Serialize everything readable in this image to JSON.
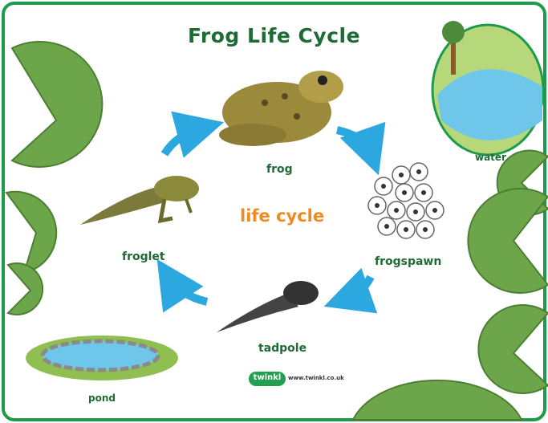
{
  "title": "Frog Life Cycle",
  "center_label": "life cycle",
  "stages": {
    "frog": "frog",
    "frogspawn": "frogspawn",
    "tadpole": "tadpole",
    "froglet": "froglet"
  },
  "habitat": {
    "water": "water",
    "pond": "pond"
  },
  "brand": {
    "logo": "twinkl",
    "url": "www.twinkl.co.uk"
  },
  "colors": {
    "border": "#1e9a4b",
    "label": "#1f6b35",
    "center": "#f08a24",
    "arrow": "#2ca7df",
    "lilypad": "#6da64a",
    "water": "#6ec6ea"
  },
  "icons": [
    "frog-icon",
    "frogspawn-icon",
    "tadpole-icon",
    "froglet-icon",
    "water-scene-icon",
    "pond-icon",
    "lily-pad-icon",
    "cycle-arrow-icon"
  ]
}
